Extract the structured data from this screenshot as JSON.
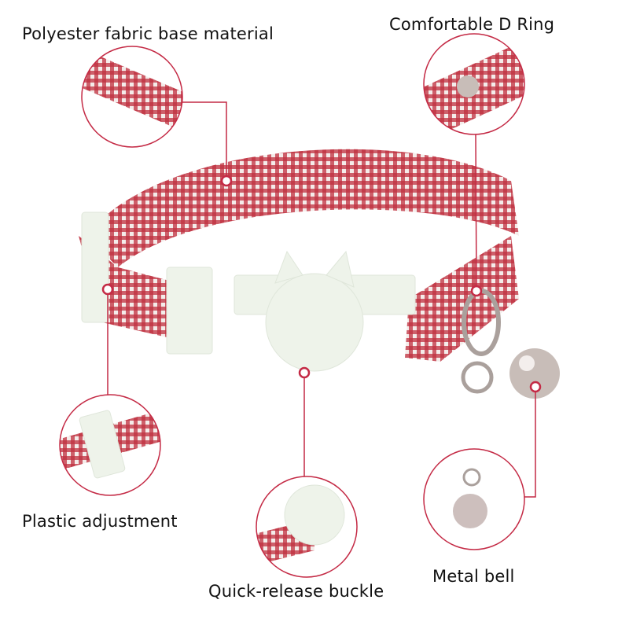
{
  "labels": {
    "fabric": "Polyester fabric base material",
    "d_ring": "Comfortable D Ring",
    "adjustment": "Plastic adjustment",
    "buckle": "Quick-release buckle",
    "bell": "Metal bell"
  },
  "colors": {
    "accent": "#c42a45",
    "fabric_red": "#b01e2c",
    "plastic": "#eef3ea",
    "metal": "#b9aca6"
  }
}
